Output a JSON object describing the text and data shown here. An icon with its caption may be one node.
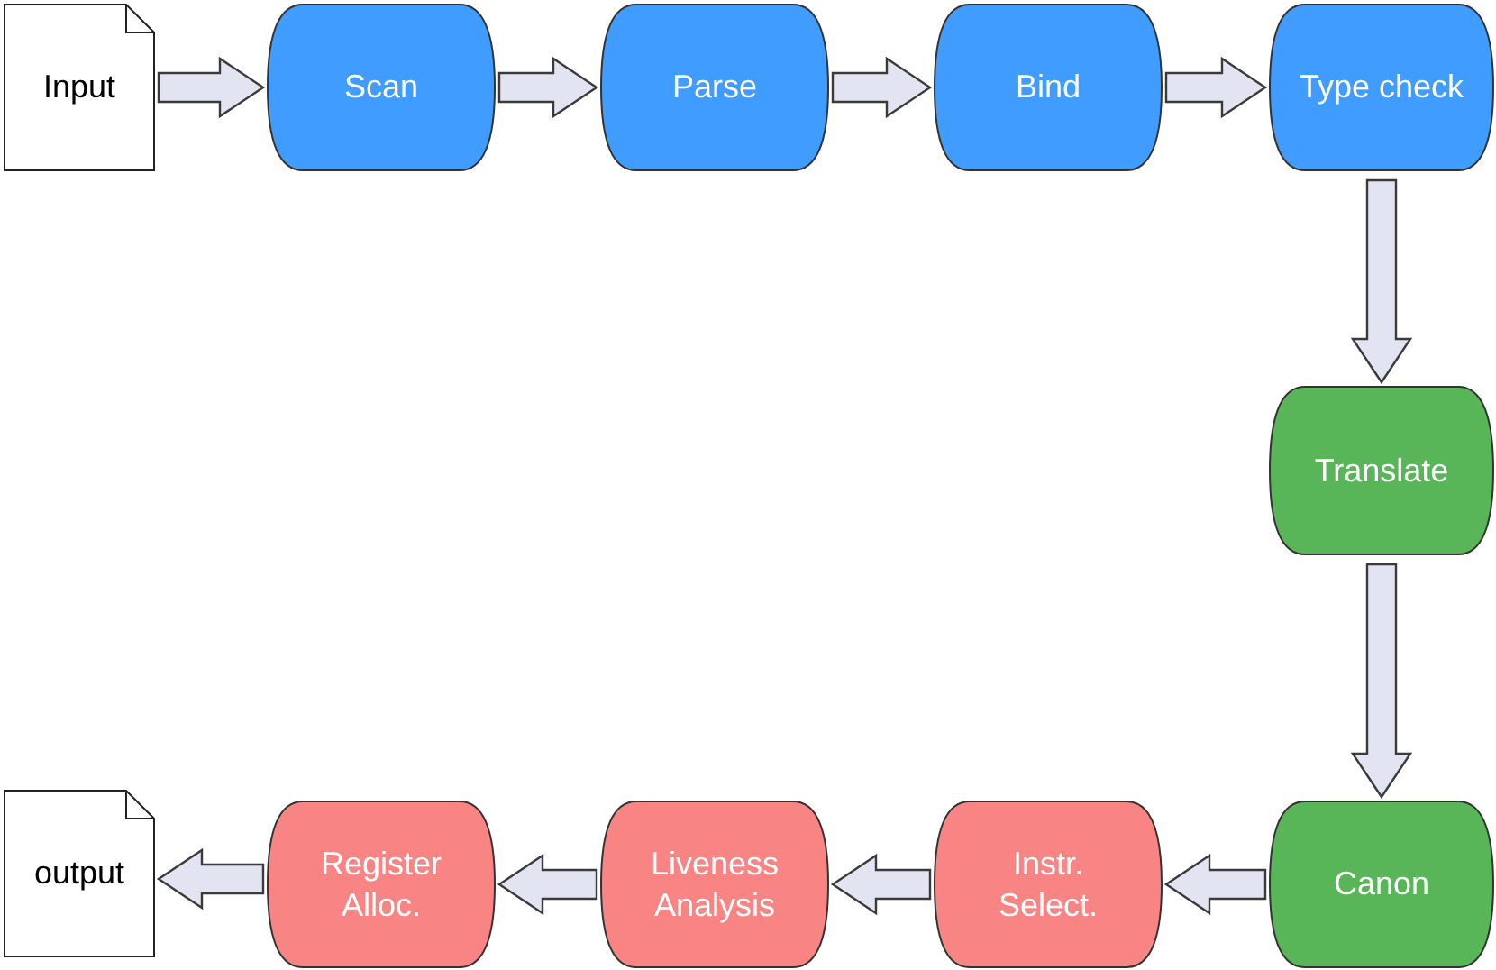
{
  "diagram": {
    "nodes": [
      {
        "text": [
          "Input"
        ]
      },
      {
        "text": [
          "Scan"
        ]
      },
      {
        "text": [
          "Parse"
        ]
      },
      {
        "text": [
          "Bind"
        ]
      },
      {
        "text": [
          "Type check"
        ]
      },
      {
        "text": [
          "Translate"
        ]
      },
      {
        "text": [
          "Canon"
        ]
      },
      {
        "text": [
          "Instr. Select."
        ]
      },
      {
        "text": [
          "Liveness Analysis"
        ]
      },
      {
        "text": [
          "Register Alloc."
        ]
      },
      {
        "text": [
          "output"
        ]
      }
    ],
    "edges": [
      {
        "from": 0,
        "to": 1,
        "arrow": "to"
      },
      {
        "from": 1,
        "to": 2,
        "arrow": "to"
      },
      {
        "from": 2,
        "to": 3,
        "arrow": "to"
      },
      {
        "from": 3,
        "to": 4,
        "arrow": "to"
      },
      {
        "from": 4,
        "to": 5,
        "arrow": "to"
      },
      {
        "from": 5,
        "to": 6,
        "arrow": "to"
      },
      {
        "from": 6,
        "to": 7,
        "arrow": "to"
      },
      {
        "from": 7,
        "to": 8,
        "arrow": "to"
      },
      {
        "from": 8,
        "to": 9,
        "arrow": "to"
      },
      {
        "from": 9,
        "to": 10,
        "arrow": "to"
      }
    ]
  }
}
